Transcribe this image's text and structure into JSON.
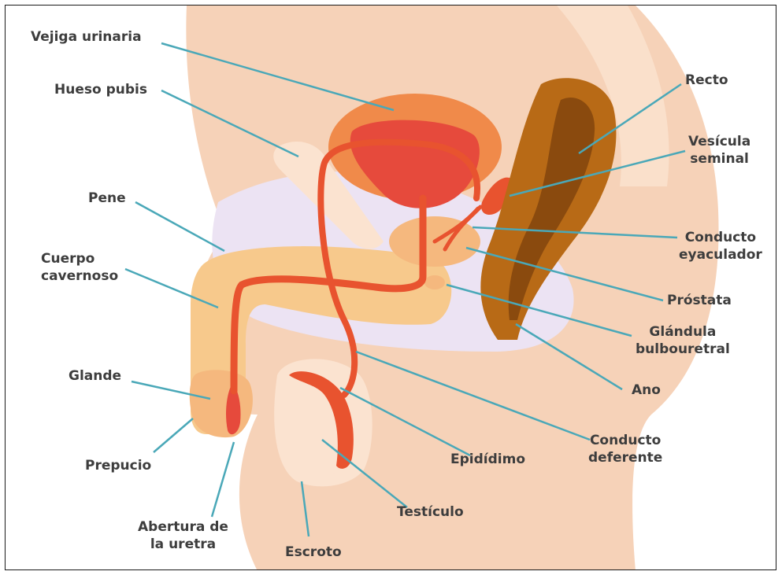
{
  "colors": {
    "skin": "#f6d2b8",
    "skin_light": "#fbe3d0",
    "inner_body": "#ece3f3",
    "bladder": "#e64a3c",
    "bladder_wall": "#f08a4a",
    "duct": "#e8532f",
    "rectum": "#b86a16",
    "rectum_dark": "#8a4a0e",
    "prostate": "#f5b87e",
    "penis_body": "#f7c98c",
    "leader": "#4aa8b8",
    "text": "#3d3d3d"
  },
  "labels": {
    "vejiga": "Vejiga urinaria",
    "hueso": "Hueso pubis",
    "pene": "Pene",
    "cuerpo": "Cuerpo\ncavernoso",
    "glande": "Glande",
    "prepucio": "Prepucio",
    "abertura": "Abertura de\nla uretra",
    "escroto": "Escroto",
    "testiculo": "Testículo",
    "epididimo": "Epidídimo",
    "conducto_def": "Conducto\ndeferente",
    "ano": "Ano",
    "glandula": "Glándula\nbulbouretral",
    "prostata": "Próstata",
    "conducto_eya": "Conducto\neyaculador",
    "vesicula": "Vesícula\nseminal",
    "recto": "Recto"
  }
}
